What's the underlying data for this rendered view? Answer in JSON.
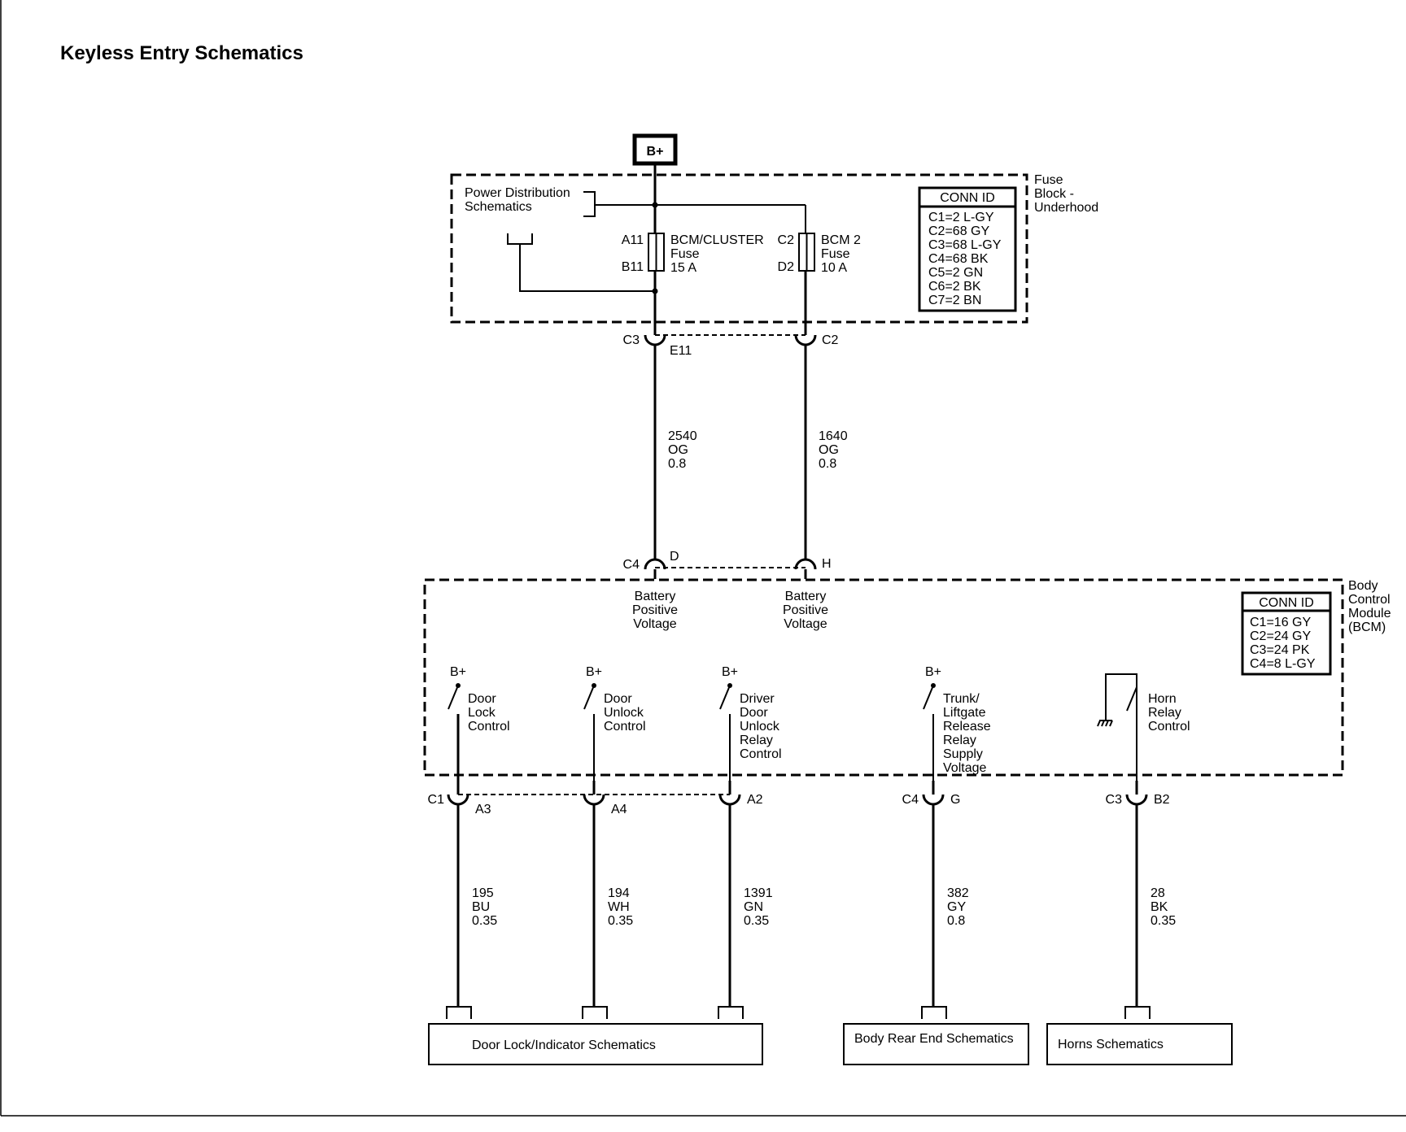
{
  "title": "Keyless Entry Schematics",
  "supply": {
    "label": "B+"
  },
  "fuse_block": {
    "name_lines": [
      "Fuse",
      "Block -",
      "Underhood"
    ],
    "power_distribution_lines": [
      "Power Distribution",
      "Schematics"
    ],
    "fuse1": {
      "pin_top": "A11",
      "pin_bottom": "B11",
      "lines": [
        "BCM/CLUSTER",
        "Fuse",
        "15 A"
      ]
    },
    "fuse2": {
      "pin_top": "C2",
      "pin_bottom": "D2",
      "lines": [
        "BCM 2",
        "Fuse",
        "10 A"
      ]
    },
    "conn_id": {
      "header": "CONN ID",
      "lines": [
        "C1=2 L-GY",
        "C2=68 GY",
        "C3=68 L-GY",
        "C4=68 BK",
        "C5=2 GN",
        "C6=2 BK",
        "C7=2 BN"
      ]
    },
    "out1": {
      "connector": "C3",
      "pin": "E11"
    },
    "out2": {
      "connector": "C2"
    }
  },
  "wires_upper": [
    {
      "circuit": "2540",
      "color": "OG",
      "size": "0.8"
    },
    {
      "circuit": "1640",
      "color": "OG",
      "size": "0.8"
    }
  ],
  "bcm": {
    "name_lines": [
      "Body",
      "Control",
      "Module",
      "(BCM)"
    ],
    "in_connector": "C4",
    "in_pin1": "D",
    "in_pin2": "H",
    "input_label_lines": [
      "Battery",
      "Positive",
      "Voltage"
    ],
    "conn_id": {
      "header": "CONN ID",
      "lines": [
        "C1=16 GY",
        "C2=24 GY",
        "C3=24 PK",
        "C4=8 L-GY"
      ]
    },
    "switch_supply": "B+",
    "outputs": [
      {
        "lines": [
          "Door",
          "Lock",
          "Control"
        ],
        "connector": "C1",
        "pin": "A3",
        "circuit": "195",
        "color": "BU",
        "size": "0.35"
      },
      {
        "lines": [
          "Door",
          "Unlock",
          "Control"
        ],
        "connector": "",
        "pin": "A4",
        "circuit": "194",
        "color": "WH",
        "size": "0.35"
      },
      {
        "lines": [
          "Driver",
          "Door",
          "Unlock",
          "Relay",
          "Control"
        ],
        "connector": "",
        "pin": "A2",
        "circuit": "1391",
        "color": "GN",
        "size": "0.35"
      },
      {
        "lines": [
          "Trunk/",
          "Liftgate",
          "Release",
          "Relay",
          "Supply",
          "Voltage"
        ],
        "connector": "C4",
        "pin": "G",
        "circuit": "382",
        "color": "GY",
        "size": "0.8"
      },
      {
        "lines": [
          "Horn",
          "Relay",
          "Control"
        ],
        "connector": "C3",
        "pin": "B2",
        "circuit": "28",
        "color": "BK",
        "size": "0.35"
      }
    ]
  },
  "destinations": [
    {
      "label": "Door Lock/Indicator Schematics"
    },
    {
      "label": "Body Rear End Schematics"
    },
    {
      "label": "Horns Schematics"
    }
  ]
}
